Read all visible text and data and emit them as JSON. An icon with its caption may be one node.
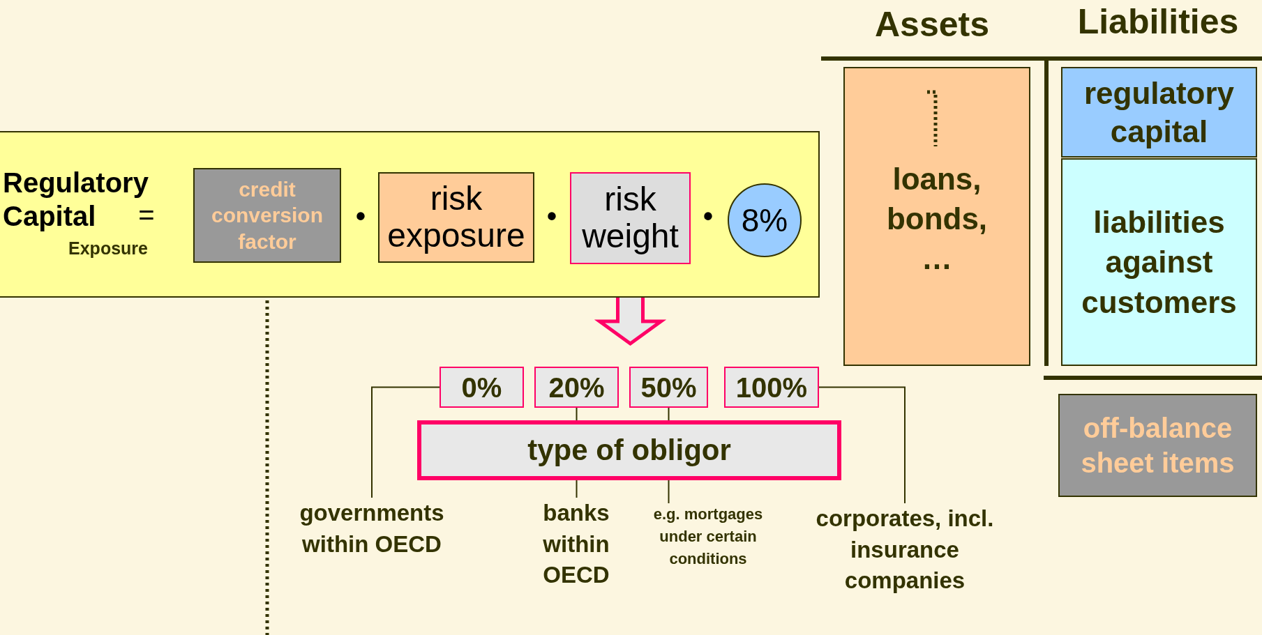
{
  "diagram": {
    "nodes": [
      {
        "text": [
          "Regulatory Capital",
          "=",
          "Exposure"
        ]
      },
      {
        "text": [
          "credit conversion factor"
        ],
        "in": 0
      },
      {
        "text": [
          "risk exposure"
        ],
        "in": 0
      },
      {
        "text": [
          "risk weight"
        ],
        "in": 0
      },
      {
        "text": [
          "8%"
        ],
        "in": 0
      },
      {
        "text": [
          "0%"
        ]
      },
      {
        "text": [
          "20%"
        ]
      },
      {
        "text": [
          "50%"
        ]
      },
      {
        "text": [
          "100%"
        ]
      },
      {
        "text": [
          "type of obligor"
        ]
      },
      {
        "text": [
          "governments within OECD"
        ]
      },
      {
        "text": [
          "banks within OECD"
        ]
      },
      {
        "text": [
          "e.g. mortgages under certain conditions"
        ]
      },
      {
        "text": [
          "corporates, incl. insurance companies"
        ]
      },
      {
        "text": [
          "loans, bonds, …"
        ]
      },
      {
        "text": [
          "regulatory capital"
        ]
      },
      {
        "text": [
          "liabilities against customers"
        ]
      },
      {
        "text": [
          "off-balance sheet items"
        ]
      }
    ],
    "edges": [
      {
        "from": 3,
        "to": null,
        "arrow": "to",
        "style": "thick",
        "color": "#ff0066"
      },
      {
        "from": 10,
        "to": 5,
        "arrow": "none"
      },
      {
        "from": 11,
        "to": 6,
        "arrow": "none"
      },
      {
        "from": 12,
        "to": 7,
        "arrow": "none"
      },
      {
        "from": 13,
        "to": 8,
        "arrow": "none"
      },
      {
        "from": 1,
        "to": null,
        "arrow": "none",
        "style": "dashed"
      }
    ],
    "labels": [
      "Assets",
      "Liabilities",
      "•",
      "•",
      "•"
    ]
  }
}
